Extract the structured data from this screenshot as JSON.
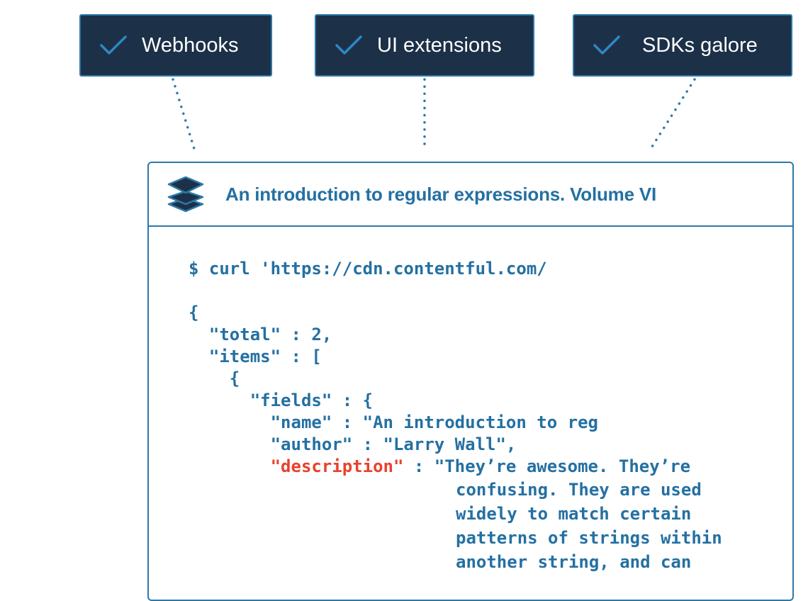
{
  "features": [
    {
      "label": "Webhooks",
      "icon": "check-icon"
    },
    {
      "label": "UI extensions",
      "icon": "check-icon"
    },
    {
      "label": "SDKs galore",
      "icon": "check-icon"
    }
  ],
  "card": {
    "icon": "layers-stack-icon",
    "title": "An introduction to regular expressions. Volume VI"
  },
  "code": {
    "command": "$ curl 'https://cdn.contentful.com/",
    "open_brace": "{",
    "total_line": "  \"total\" : 2,",
    "items_line": "  \"items\" : [",
    "item_open": "    {",
    "fields_line": "      \"fields\" : {",
    "name_line": "        \"name\" : \"An introduction to reg",
    "author_line": "        \"author\" : \"Larry Wall\",",
    "description_indent": "        ",
    "description_key": "\"description\"",
    "description_value_start": " : \"They’re awesome. They’re",
    "description_continuation": [
      "confusing. They are used",
      "widely to match certain",
      "patterns of strings within",
      "another string, and can"
    ]
  },
  "colors": {
    "box_fill": "#1c3148",
    "accent_blue": "#2d78a8",
    "text_blue": "#2470a2",
    "highlight_red": "#e8412c"
  }
}
